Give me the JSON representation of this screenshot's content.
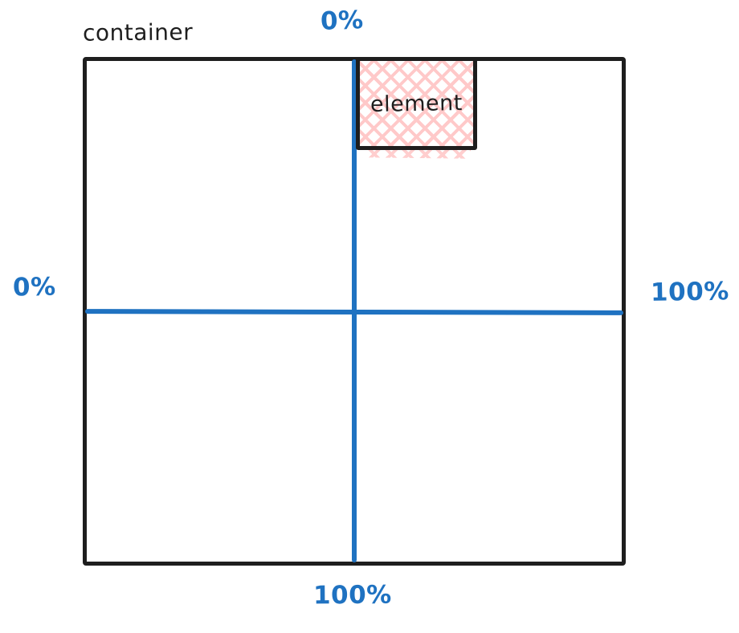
{
  "labels": {
    "container": "container",
    "element": "element",
    "axis_top": "0%",
    "axis_bottom": "100%",
    "axis_left": "0%",
    "axis_right": "100%"
  },
  "colors": {
    "ink": "#1e1e1e",
    "accent_blue": "#1f72c1",
    "hatch_pink": "#ffc9c9"
  }
}
